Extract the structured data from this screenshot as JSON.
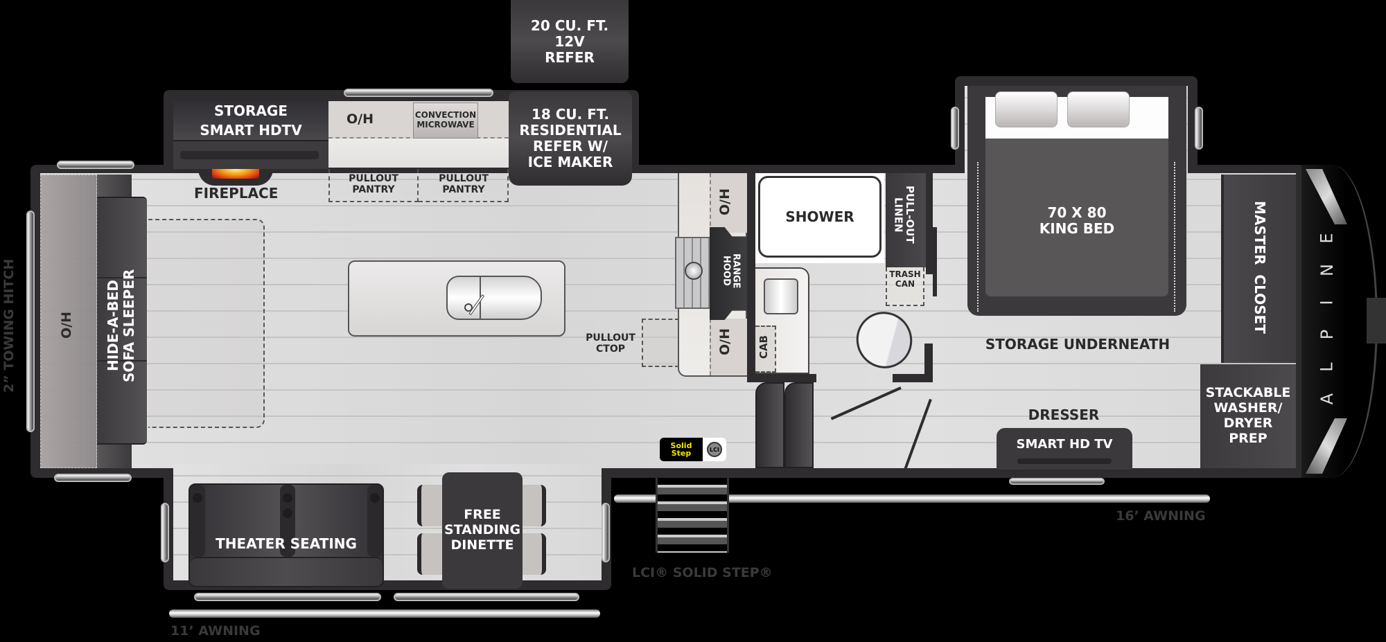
{
  "brand": {
    "name": "ALPINE",
    "letters": [
      "A",
      "L",
      "P",
      "I",
      "N",
      "E"
    ]
  },
  "exterior": {
    "towing_hitch": "2” TOWING HITCH",
    "awning_left": "11’ AWNING",
    "awning_right": "16’ AWNING",
    "step_label": "LCI® SOLID STEP®",
    "solid_step_badge": {
      "line1": "Solid",
      "line2": "Step",
      "logo": "LCI"
    }
  },
  "colors": {
    "background": "#000000",
    "wall": "#2e2c2e",
    "floor": "#dcdcdc",
    "fixture_dark": "#3f3d40",
    "badge_yellow": "#f2e600"
  },
  "rooms": {
    "living": {
      "storage": "STORAGE",
      "smart_hdtv": "SMART HDTV",
      "fireplace": "FIREPLACE",
      "overhead_front": "O/H",
      "sofa": {
        "line1": "HIDE-A-BED",
        "line2": "SOFA SLEEPER"
      },
      "theater_seating": "THEATER SEATING",
      "dinette": {
        "line1": "FREE",
        "line2": "STANDING",
        "line3": "DINETTE"
      }
    },
    "kitchen": {
      "overhead": "O/H",
      "microwave": {
        "line1": "CONVECTION",
        "line2": "MICROWAVE"
      },
      "pantry_1": {
        "line1": "PULLOUT",
        "line2": "PANTRY"
      },
      "pantry_2": {
        "line1": "PULLOUT",
        "line2": "PANTRY"
      },
      "refer_residential": {
        "line1": "18 CU. FT.",
        "line2": "RESIDENTIAL",
        "line3": "REFER W/",
        "line4": "ICE MAKER"
      },
      "refer_12v": {
        "line1": "20 CU. FT.",
        "line2": "12V",
        "line3": "REFER"
      },
      "pullout_ctop": {
        "line1": "PULLOUT",
        "line2": "CTOP"
      },
      "overhead_top": "O/H",
      "overhead_bottom": "O/H",
      "range_hood": {
        "line1": "RANGE",
        "line2": "HOOD"
      }
    },
    "bathroom": {
      "shower": "SHOWER",
      "linen": {
        "line1": "PULL-OUT",
        "line2": "LINEN"
      },
      "trash": {
        "line1": "TRASH",
        "line2": "CAN"
      },
      "cab": "CAB"
    },
    "bedroom": {
      "bed": {
        "line1": "70 X 80",
        "line2": "KING BED"
      },
      "storage_underneath": "STORAGE UNDERNEATH",
      "master_closet": "MASTER  CLOSET",
      "washer_dryer": {
        "line1": "STACKABLE",
        "line2": "WASHER/",
        "line3": "DRYER",
        "line4": "PREP"
      },
      "dresser": "DRESSER",
      "smart_tv": "SMART HD TV"
    }
  }
}
